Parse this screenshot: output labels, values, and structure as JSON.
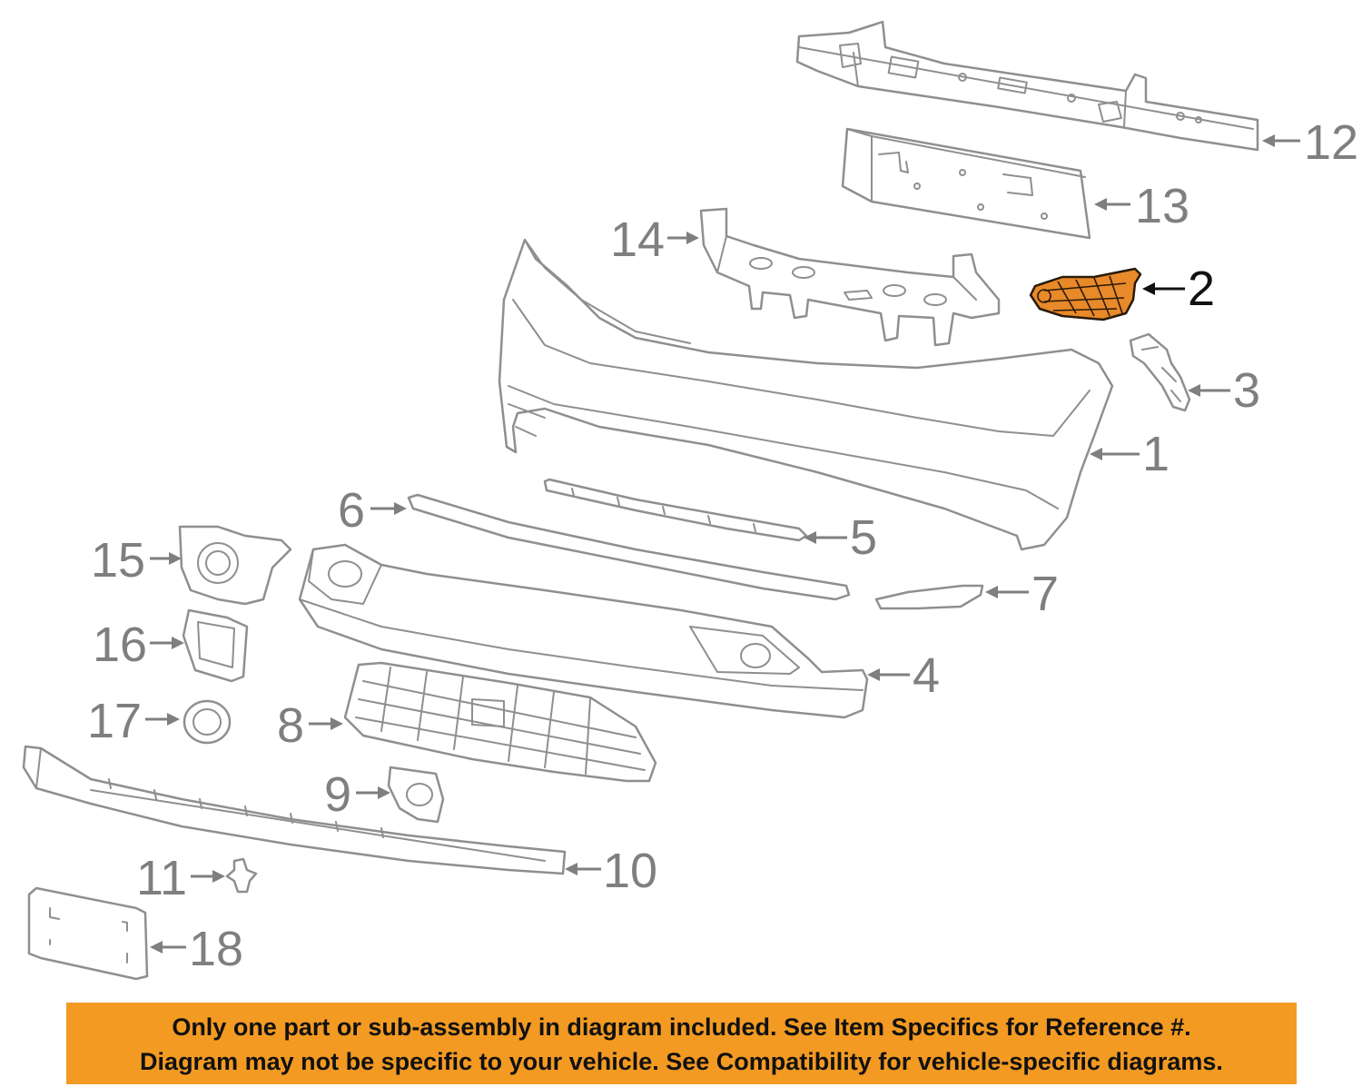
{
  "diagram": {
    "callouts": [
      {
        "id": "1",
        "label": "1",
        "selected": false
      },
      {
        "id": "2",
        "label": "2",
        "selected": true
      },
      {
        "id": "3",
        "label": "3",
        "selected": false
      },
      {
        "id": "4",
        "label": "4",
        "selected": false
      },
      {
        "id": "5",
        "label": "5",
        "selected": false
      },
      {
        "id": "6",
        "label": "6",
        "selected": false
      },
      {
        "id": "7",
        "label": "7",
        "selected": false
      },
      {
        "id": "8",
        "label": "8",
        "selected": false
      },
      {
        "id": "9",
        "label": "9",
        "selected": false
      },
      {
        "id": "10",
        "label": "10",
        "selected": false
      },
      {
        "id": "11",
        "label": "11",
        "selected": false
      },
      {
        "id": "12",
        "label": "12",
        "selected": false
      },
      {
        "id": "13",
        "label": "13",
        "selected": false
      },
      {
        "id": "14",
        "label": "14",
        "selected": false
      },
      {
        "id": "15",
        "label": "15",
        "selected": false
      },
      {
        "id": "16",
        "label": "16",
        "selected": false
      },
      {
        "id": "17",
        "label": "17",
        "selected": false
      },
      {
        "id": "18",
        "label": "18",
        "selected": false
      }
    ],
    "line_color": "#8f8f8f",
    "highlight_color": "#e8892a"
  },
  "notice": {
    "line1": "Only one part or sub-assembly in diagram included. See Item Specifics for Reference #.",
    "line2": "Diagram may not be specific to your vehicle. See Compatibility for vehicle-specific diagrams.",
    "background": "#f39a23"
  }
}
